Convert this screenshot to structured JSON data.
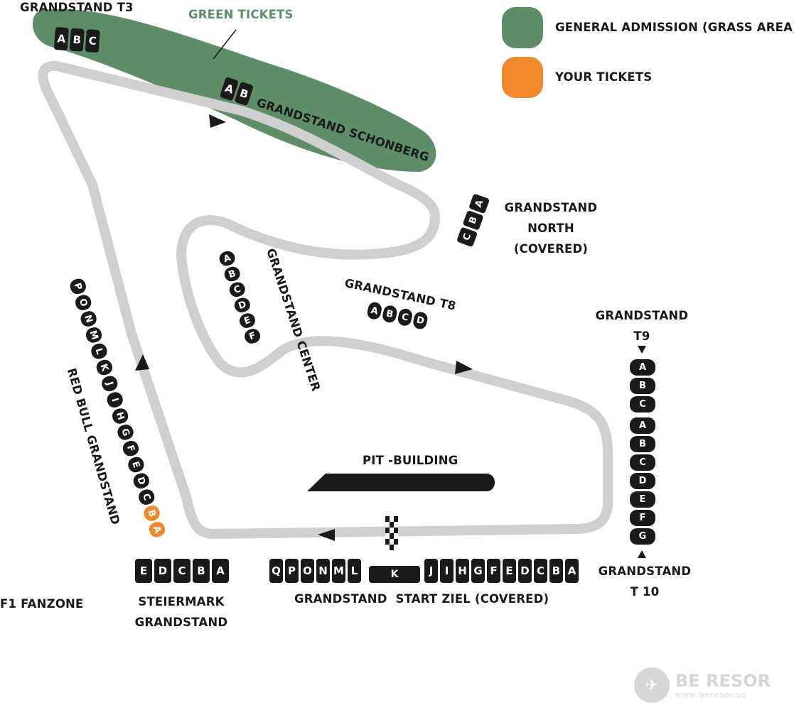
{
  "legend": {
    "general_admission": "GENERAL ADMISSION (GRASS AREA)",
    "your_tickets": "YOUR TICKETS",
    "general_color": "#5e8e68",
    "your_tickets_color": "#f0892d"
  },
  "colors": {
    "track": "#cfcfcf",
    "seat": "#1a1a1a",
    "grass": "#5e8e68"
  },
  "labels": {
    "grandstand_t3": "GRANDSTAND T3",
    "green_tickets": "GREEN TICKETS",
    "grandstand_schonberg": "GRANDSTAND SCHONBERG",
    "grandstand_north_1": "GRANDSTAND",
    "grandstand_north_2": "NORTH",
    "grandstand_north_3": "(COVERED)",
    "grandstand_center": "GRANDSTAND CENTER",
    "grandstand_t8": "GRANDSTAND T8",
    "grandstand_t9_1": "GRANDSTAND",
    "grandstand_t9_2": "T9",
    "grandstand_t10_1": "GRANDSTAND",
    "grandstand_t10_2": "T 10",
    "pit_building": "PIT -BUILDING",
    "red_bull_grandstand": "RED BULL GRANDSTAND",
    "steiermark_1": "STEIERMARK",
    "steiermark_2": "GRANDSTAND",
    "start_ziel": "GRANDSTAND  START ZIEL (COVERED)",
    "f1_fanzone": "F1 FANZONE"
  },
  "stands": {
    "t3": [
      "A",
      "B",
      "C"
    ],
    "schonberg": [
      "A",
      "B"
    ],
    "north": [
      "C",
      "B",
      "A"
    ],
    "center": [
      "A",
      "B",
      "C",
      "D",
      "E",
      "F"
    ],
    "t8": [
      "A",
      "B",
      "C",
      "D"
    ],
    "t9": [
      "A",
      "B",
      "C"
    ],
    "t10": [
      "A",
      "B",
      "C",
      "D",
      "E",
      "F",
      "G"
    ],
    "red_bull": [
      "P",
      "O",
      "N",
      "M",
      "L",
      "K",
      "J",
      "I",
      "H",
      "G",
      "F",
      "E",
      "D",
      "C",
      "B",
      "A"
    ],
    "red_bull_your_tickets": [
      "B",
      "A"
    ],
    "steiermark": [
      "E",
      "D",
      "C",
      "B",
      "A"
    ],
    "start_ziel_left": [
      "Q",
      "P",
      "O",
      "N",
      "M",
      "L"
    ],
    "start_ziel_middle": "K",
    "start_ziel_right": [
      "J",
      "I",
      "H",
      "G",
      "F",
      "E",
      "D",
      "C",
      "B",
      "A"
    ]
  },
  "brand": {
    "name": "BE RESOR",
    "site": "www.beresor.se"
  }
}
